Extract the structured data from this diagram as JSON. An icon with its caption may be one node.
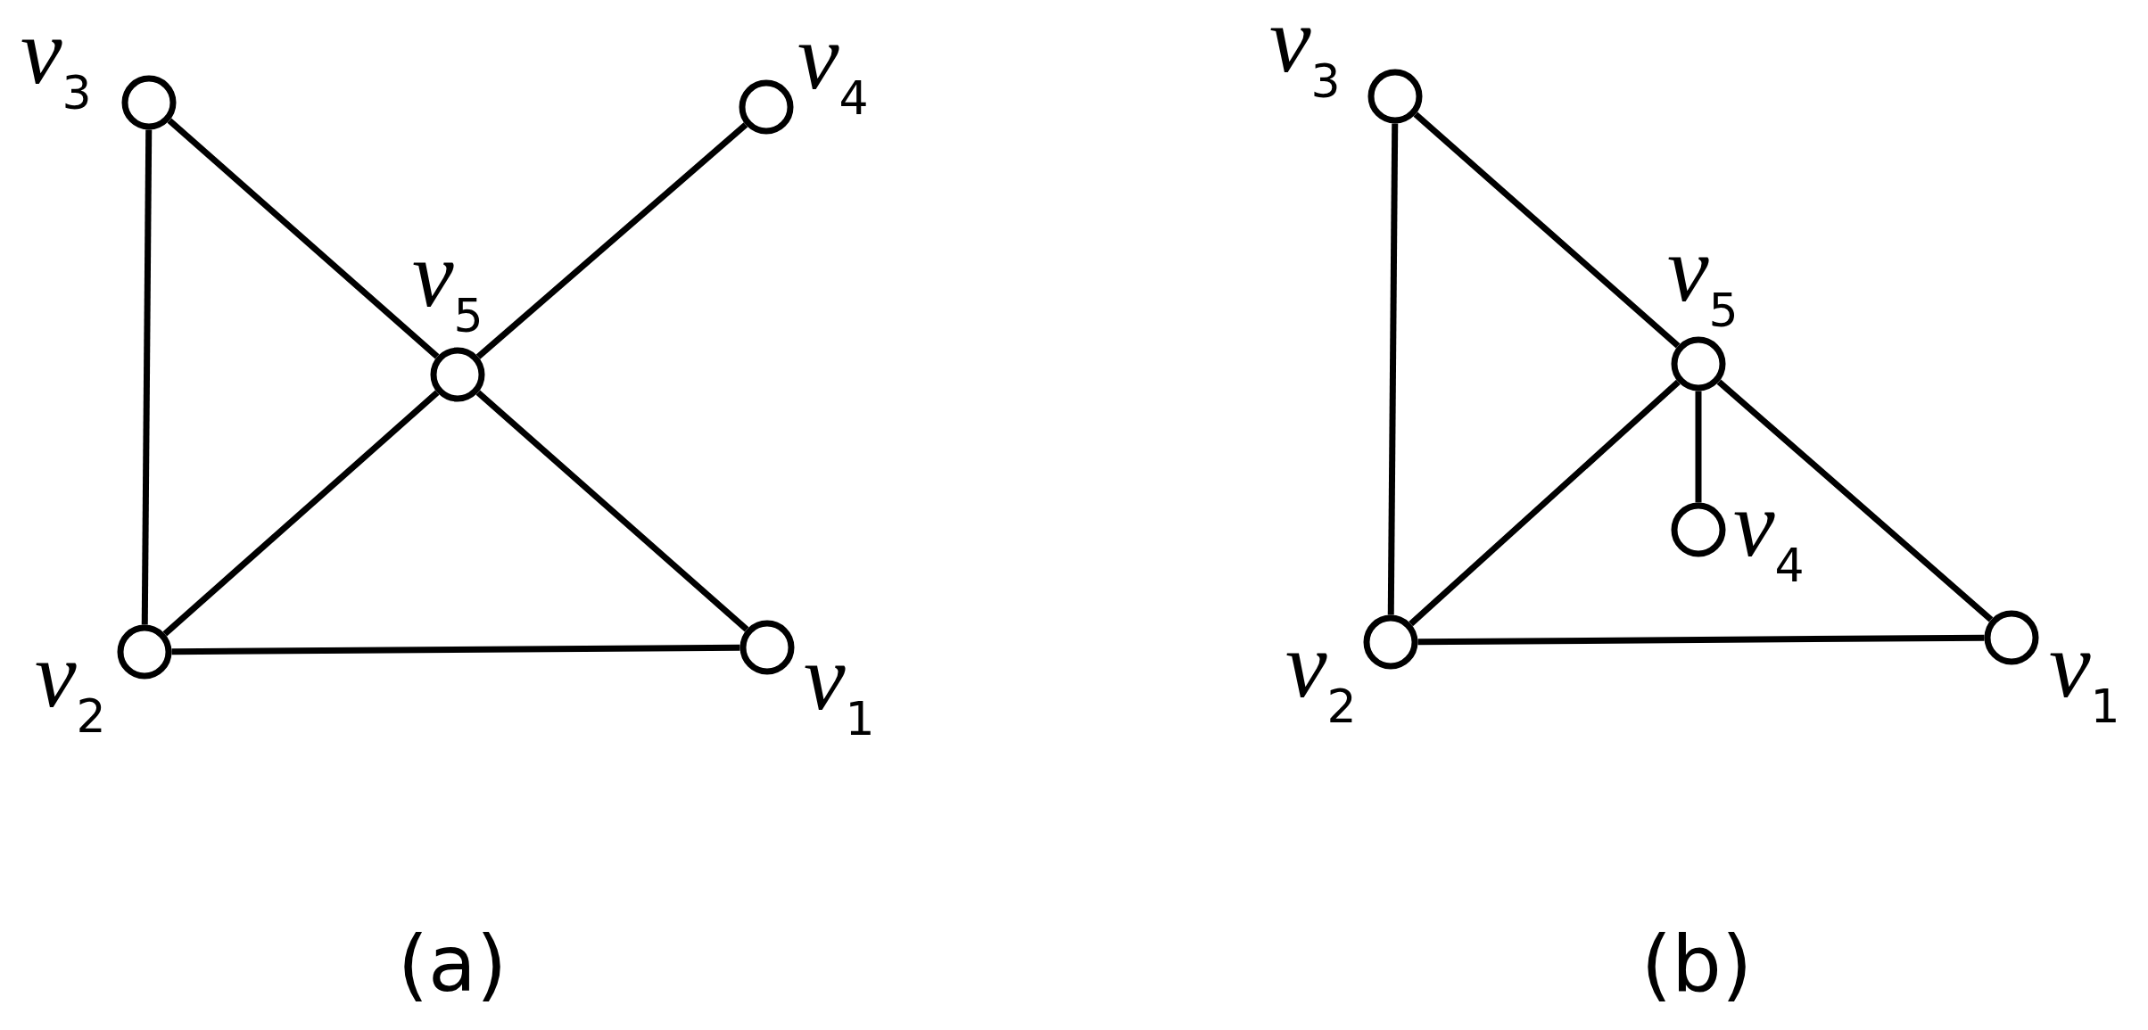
{
  "diagram": {
    "nodes": [
      {
        "text": [],
        "shape": "circle",
        "beside": [
          "*v*$_{3}$"
        ]
      },
      {
        "text": [],
        "shape": "circle",
        "beside": [
          "*v*$_{4}$"
        ]
      },
      {
        "text": [],
        "shape": "circle",
        "beside": [
          "*v*$_{5}$"
        ]
      },
      {
        "text": [],
        "shape": "circle",
        "beside": [
          "*v*$_{2}$"
        ]
      },
      {
        "text": [],
        "shape": "circle",
        "beside": [
          "*v*$_{1}$"
        ]
      },
      {
        "text": [],
        "shape": "circle",
        "beside": [
          "*v*$_{3}$"
        ]
      },
      {
        "text": [],
        "shape": "circle",
        "beside": [
          "*v*$_{5}$"
        ]
      },
      {
        "text": [],
        "shape": "circle",
        "beside": [
          "*v*$_{4}$"
        ]
      },
      {
        "text": [],
        "shape": "circle",
        "beside": [
          "*v*$_{2}$"
        ]
      },
      {
        "text": [],
        "shape": "circle",
        "beside": [
          "*v*$_{1}$"
        ]
      }
    ],
    "edges": [
      {
        "from": 0,
        "to": 3,
        "arrow": "none"
      },
      {
        "from": 0,
        "to": 2,
        "arrow": "none"
      },
      {
        "from": 1,
        "to": 2,
        "arrow": "none"
      },
      {
        "from": 2,
        "to": 3,
        "arrow": "none"
      },
      {
        "from": 2,
        "to": 4,
        "arrow": "none"
      },
      {
        "from": 3,
        "to": 4,
        "arrow": "none"
      },
      {
        "from": 5,
        "to": 8,
        "arrow": "none"
      },
      {
        "from": 5,
        "to": 6,
        "arrow": "none"
      },
      {
        "from": 6,
        "to": 8,
        "arrow": "none"
      },
      {
        "from": 6,
        "to": 7,
        "arrow": "none"
      },
      {
        "from": 6,
        "to": 9,
        "arrow": "none"
      },
      {
        "from": 8,
        "to": 9,
        "arrow": "none"
      }
    ],
    "labels": [
      "(a)",
      "(b)"
    ]
  }
}
